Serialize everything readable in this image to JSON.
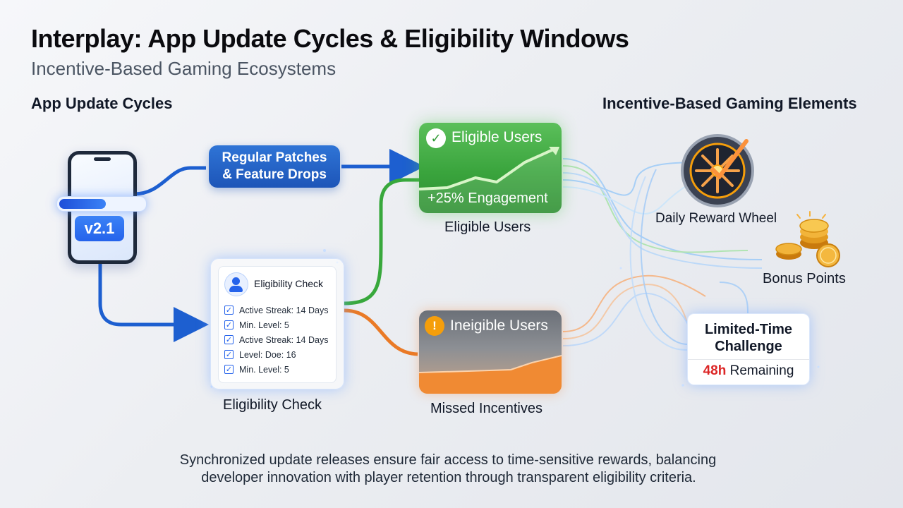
{
  "header": {
    "title": "Interplay: App Update Cycles & Eligibility Windows",
    "subtitle": "Incentive-Based Gaming Ecosystems"
  },
  "sections": {
    "left_heading": "App Update Cycles",
    "right_heading": "Incentive-Based Gaming Elements"
  },
  "phone": {
    "version_label": "v2.1",
    "update_progress_percent": 55,
    "icon": "smartphone-icon"
  },
  "patches": {
    "line1": "Regular Patches",
    "line2": "& Feature Drops"
  },
  "eligibility_check": {
    "heading": "Eligibility Check",
    "caption": "Eligibility Check",
    "criteria": [
      "Active Streak: 14 Days",
      "Min. Level: 5",
      "Active Streak: 14 Days",
      "Level: Doe: 16",
      "Min. Level: 5"
    ],
    "icon": "user-icon"
  },
  "eligible": {
    "card_title": "Eligible Users",
    "metric": "+25% Engagement",
    "caption": "Eligible Users",
    "color": "#3aa43d",
    "icon": "checkmark-icon"
  },
  "ineligible": {
    "card_title": "Ineigible Users",
    "caption": "Missed Incentives",
    "color": "#f08a33",
    "icon": "warning-icon"
  },
  "rewards": {
    "wheel_caption": "Daily Reward Wheel",
    "coins_caption": "Bonus Points",
    "challenge_line1": "Limited-Time",
    "challenge_line2": "Challenge",
    "time_value": "48h",
    "time_suffix": " Remaining",
    "wheel_icon": "reward-wheel-icon",
    "coins_icon": "coin-stack-icon"
  },
  "footer": {
    "line1": "Synchronized update releases ensure fair access to time-sensitive rewards, balancing",
    "line2": "developer innovation with player retention through transparent eligibility criteria."
  },
  "colors": {
    "primary_blue": "#1d55b8",
    "success_green": "#3aa43d",
    "warning_orange": "#f08a33",
    "alert_red": "#dc2626"
  }
}
